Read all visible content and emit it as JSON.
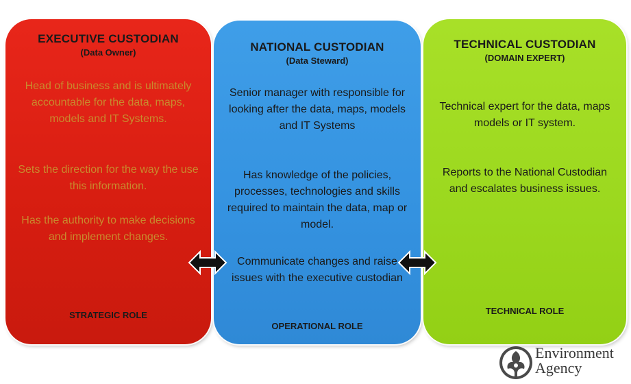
{
  "cards": {
    "executive": {
      "title": "EXECUTIVE CUSTODIAN",
      "subtitle": "(Data Owner)",
      "paragraphs": [
        "Head of business and is ultimately accountable for the data, maps, models and IT Systems.",
        "Sets the direction for the way the use this information.",
        "Has the authority to make decisions and implement changes."
      ],
      "role": "STRATEGIC ROLE",
      "color": "#d61d10"
    },
    "national": {
      "title": "NATIONAL CUSTODIAN",
      "subtitle": "(Data Steward)",
      "paragraphs": [
        "Senior manager with responsible for looking after the data, maps, models and IT Systems",
        "Has knowledge of the policies, processes, technologies and skills required to maintain the data, map or model.",
        "Communicate changes and raise issues with the executive custodian"
      ],
      "role": "OPERATIONAL ROLE",
      "color": "#3492e0"
    },
    "technical": {
      "title": "TECHNICAL CUSTODIAN",
      "subtitle": "(DOMAIN EXPERT)",
      "paragraphs": [
        "Technical expert for the data, maps models or IT system.",
        "Reports to the National Custodian and escalates business issues."
      ],
      "role": "TECHNICAL ROLE",
      "color": "#9bd81e"
    }
  },
  "logo": {
    "line1": "Environment",
    "line2": "Agency"
  },
  "icons": [
    "double-arrow-icon",
    "environment-agency-logo"
  ]
}
